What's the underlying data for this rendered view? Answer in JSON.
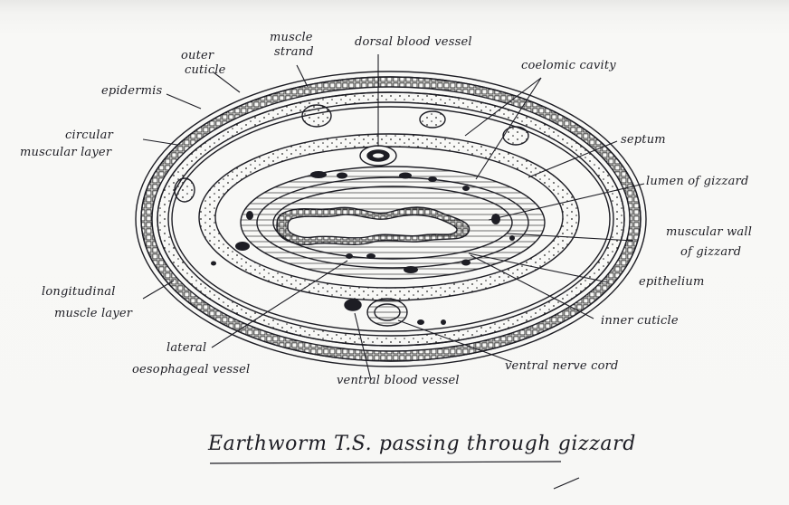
{
  "labels": {
    "outer_cuticle_1": "outer",
    "outer_cuticle_2": "cuticle",
    "muscle_strand_1": "muscle",
    "muscle_strand_2": "strand",
    "dorsal_blood_vessel": "dorsal blood vessel",
    "coelomic_cavity": "coelomic cavity",
    "epidermis": "epidermis",
    "circular_muscular_layer_1": "circular",
    "circular_muscular_layer_2": "muscular layer",
    "septum": "septum",
    "lumen_of_gizzard": "lumen of gizzard",
    "muscular_wall_1": "muscular wall",
    "muscular_wall_2": "of gizzard",
    "epithelium": "epithelium",
    "longitudinal_1": "longitudinal",
    "longitudinal_2": "muscle layer",
    "inner_cuticle": "inner cuticle",
    "lateral_1": "lateral",
    "lateral_2": "oesophageal vessel",
    "ventral_nerve_cord": "ventral nerve cord",
    "ventral_blood_vessel": "ventral blood vessel"
  },
  "caption": "Earthworm T.S. passing through gizzard",
  "colors": {
    "ink": "#1d1d24",
    "paper": "#f7f7f5"
  }
}
